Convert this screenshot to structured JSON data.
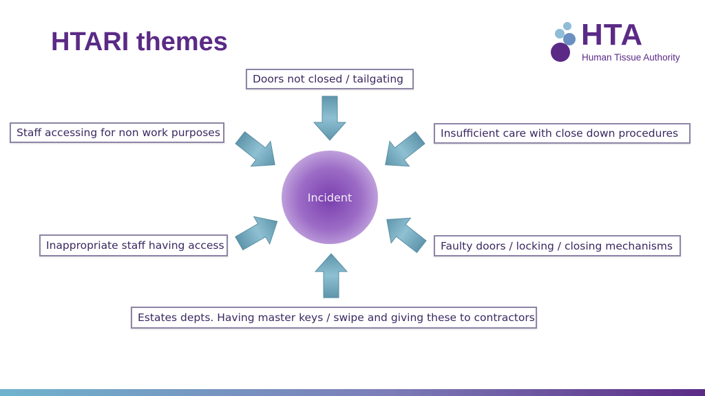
{
  "slide": {
    "title": "HTARI themes"
  },
  "logo": {
    "name": "HTA",
    "subtitle": "Human Tissue Authority",
    "colors": {
      "purple": "#5b2a86",
      "light_blue": "#8fbcd6",
      "mid_blue": "#6a8fc0"
    }
  },
  "diagram": {
    "center_label": "Incident",
    "themes": {
      "top": "Doors not closed / tailgating",
      "top_left": "Staff accessing for non work purposes",
      "top_right": "Insufficient care with close down procedures",
      "bottom_left": "Inappropriate staff having access",
      "bottom_right": "Faulty doors / locking / closing mechanisms",
      "bottom": "Estates depts. Having master keys / swipe and giving these to contractors"
    },
    "colors": {
      "arrow_fill": "#6fa7bc",
      "box_border": "#8d84a6",
      "text": "#3a2860",
      "center": "#7a3fae"
    }
  }
}
